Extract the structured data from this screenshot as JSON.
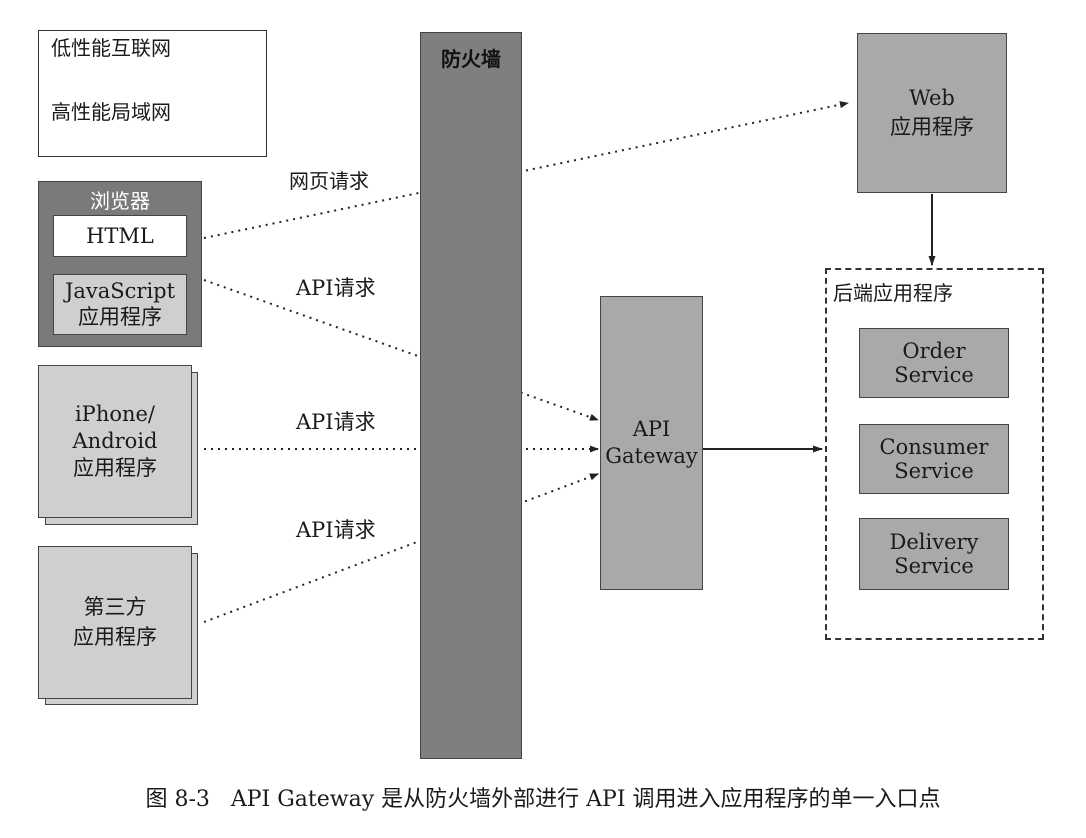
{
  "legend": {
    "internet_label": "低性能互联网",
    "lan_label": "高性能局域网"
  },
  "browser": {
    "title": "浏览器",
    "html_label": "HTML",
    "js_app_line1": "JavaScript",
    "js_app_line2": "应用程序"
  },
  "mobile_app": {
    "line1": "iPhone/",
    "line2": "Android",
    "line3": "应用程序"
  },
  "third_party_app": {
    "line1": "第三方",
    "line2": "应用程序"
  },
  "firewall": {
    "label": "防火墙"
  },
  "requests": {
    "web_page": "网页请求",
    "api_1": "API请求",
    "api_2": "API请求",
    "api_3": "API请求"
  },
  "web_app": {
    "line1": "Web",
    "line2": "应用程序"
  },
  "api_gateway": {
    "line1": "API",
    "line2": "Gateway"
  },
  "backend": {
    "title": "后端应用程序",
    "order_service": "Order Service",
    "consumer_service_line1": "Consumer",
    "consumer_service_line2": "Service",
    "delivery_service_line1": "Delivery",
    "delivery_service_line2": "Service"
  },
  "caption": "图 8-3   API Gateway 是从防火墙外部进行 API 调用进入应用程序的单一入口点",
  "colors": {
    "dark_gray": "#7a7a7a",
    "light_gray": "#cfcfcf",
    "mid_gray": "#a9a9a9",
    "line": "#222222"
  }
}
